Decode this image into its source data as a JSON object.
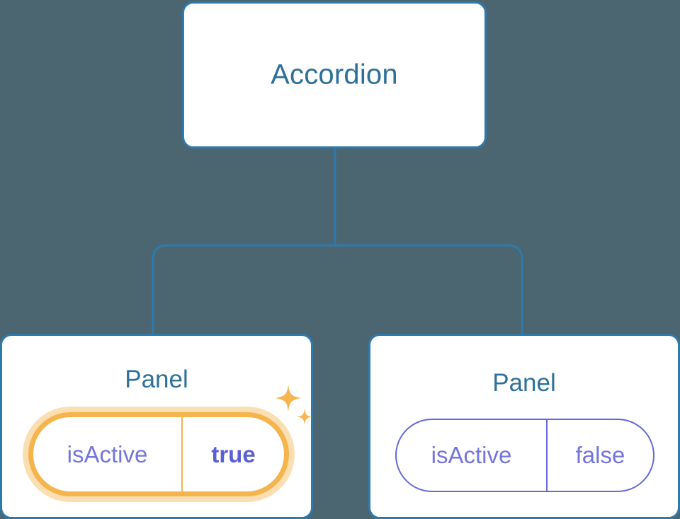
{
  "diagram": {
    "type": "component-tree",
    "background_color": "#4b6670",
    "node_border_color": "#2d7aad",
    "node_title_color": "#2e7099",
    "connector_color": "#2d7aad",
    "prop_color": "#7375dd",
    "highlight_color": "#f5b44c",
    "highlight_glow_color": "#fbdfb2"
  },
  "root": {
    "label": "Accordion"
  },
  "panels": [
    {
      "label": "Panel",
      "prop_key": "isActive",
      "prop_value": "true",
      "highlighted": true,
      "sparkle_icon": "sparkles-icon"
    },
    {
      "label": "Panel",
      "prop_key": "isActive",
      "prop_value": "false",
      "highlighted": false
    }
  ]
}
